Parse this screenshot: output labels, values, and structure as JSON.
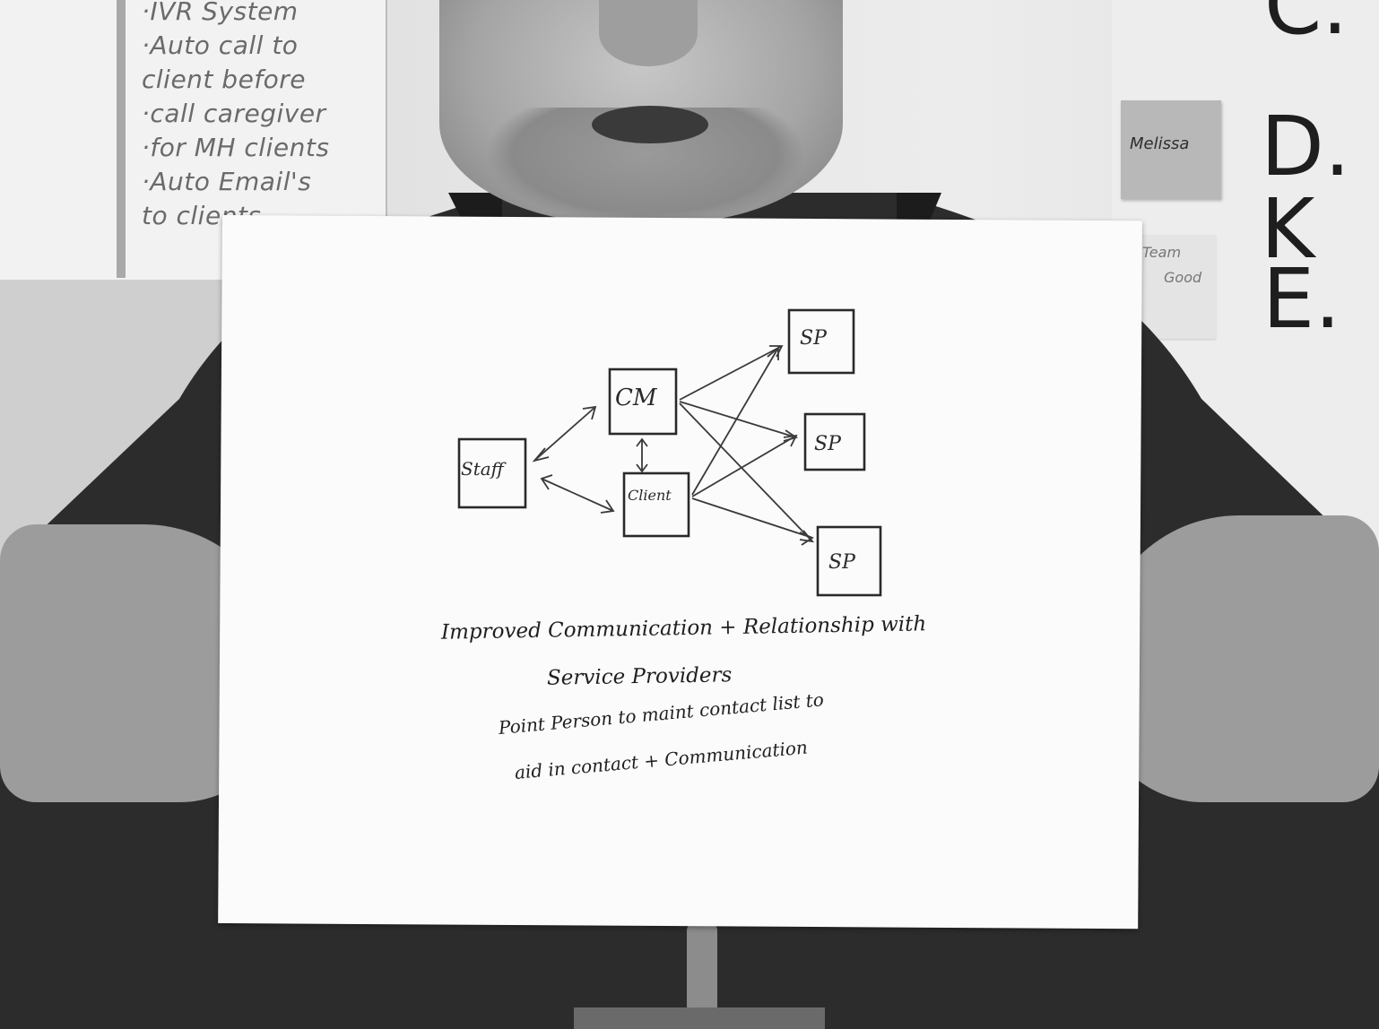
{
  "flipchart": {
    "lines": [
      "·IVR System",
      "·Auto call to",
      "client before",
      "·call caregiver",
      "·for MH clients",
      "·Auto Email's",
      "to clients"
    ]
  },
  "whiteboard": {
    "letters": [
      "C.",
      "D. K",
      "E."
    ],
    "sticky_note": "Melissa",
    "sticky_note_2_line1": "Team",
    "sticky_note_2_line2": "Good"
  },
  "sketch": {
    "nodes": {
      "staff": "Staff",
      "cm": "CM",
      "client": "Client",
      "sp1": "SP",
      "sp2": "SP",
      "sp3": "SP"
    },
    "heading_line1": "Improved Communication + Relationship with",
    "heading_line2": "Service Providers",
    "note_line1": "Point Person to maint contact list to",
    "note_line2": "aid in contact + Communication"
  }
}
